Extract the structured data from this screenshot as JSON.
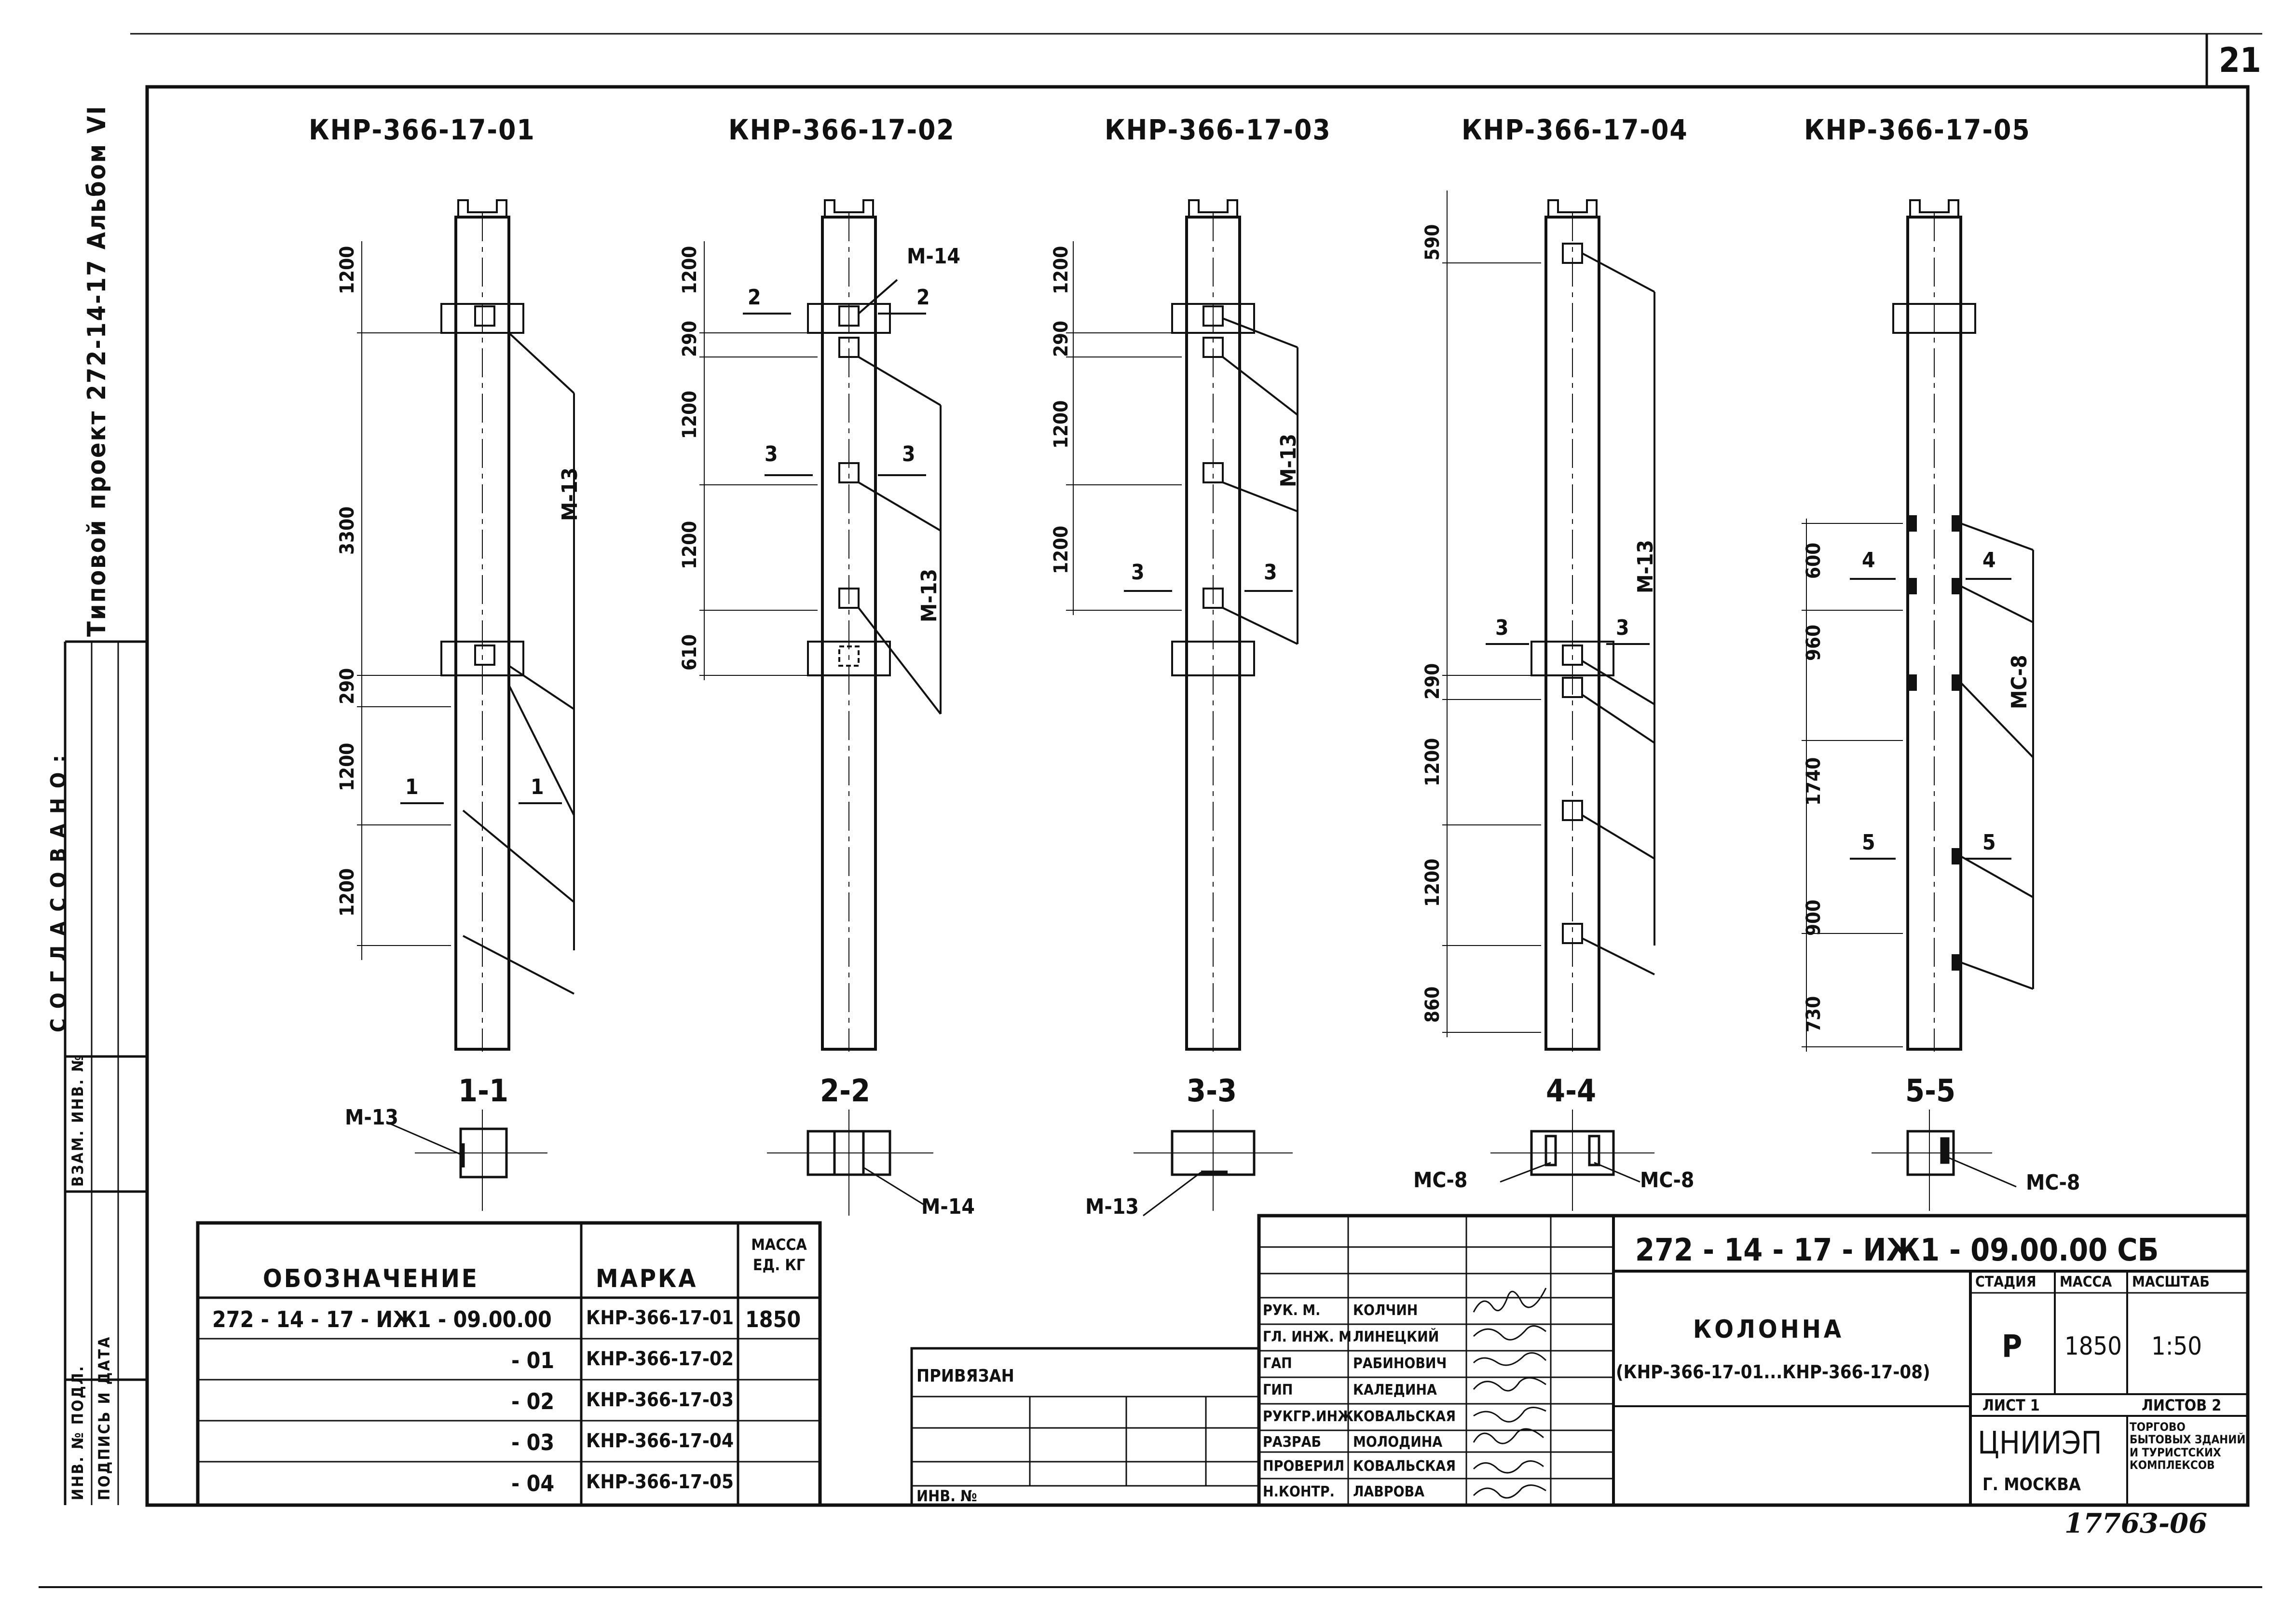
{
  "page_number": "21",
  "album_side": "Типовой проект 272-14-17  Альбом VI",
  "agreed_label": "С О Г Л А С О В А Н О :",
  "side_stamp": {
    "inv_orig": "ИНВ. № ПОДЛ.",
    "sign_date": "ПОДПИСЬ И ДАТА",
    "replace_inv": "ВЗАМ. ИНВ. №"
  },
  "columns": [
    {
      "mark": "КНР-366-17-01",
      "dims": [
        "1200",
        "3300",
        "290",
        "1200",
        "1200"
      ],
      "leader_label": "М-13",
      "section_marks": [
        "1",
        "1"
      ]
    },
    {
      "mark": "КНР-366-17-02",
      "dims": [
        "1200",
        "290",
        "1200",
        "1200",
        "610"
      ],
      "leader_label": "М-13",
      "leader_label_top": "М-14",
      "section_marks": [
        "2",
        "2",
        "3",
        "3"
      ]
    },
    {
      "mark": "КНР-366-17-03",
      "dims": [
        "1200",
        "290",
        "1200",
        "1200"
      ],
      "leader_label": "М-13",
      "section_marks": [
        "3",
        "3"
      ]
    },
    {
      "mark": "КНР-366-17-04",
      "dims": [
        "590",
        "290",
        "1200",
        "1200",
        "860"
      ],
      "leader_label": "М-13",
      "section_marks": [
        "3",
        "3"
      ]
    },
    {
      "mark": "КНР-366-17-05",
      "dims": [
        "600",
        "960",
        "1740",
        "900",
        "730"
      ],
      "leader_label": "МС-8",
      "section_marks": [
        "4",
        "4",
        "5",
        "5"
      ]
    }
  ],
  "sections": [
    {
      "label": "1-1",
      "callout": "М-13"
    },
    {
      "label": "2-2",
      "callout": "М-14"
    },
    {
      "label": "3-3",
      "callout": "М-13"
    },
    {
      "label": "4-4",
      "callout_left": "МС-8",
      "callout_right": "МС-8"
    },
    {
      "label": "5-5",
      "callout": "МС-8"
    }
  ],
  "spec_table": {
    "headers": {
      "designation": "ОБОЗНАЧЕНИЕ",
      "mark": "МАРКА",
      "mass": "МАССА ЕД. КГ"
    },
    "rows": [
      {
        "designation": "272 - 14 - 17 - ИЖ1 - 09.00.00",
        "mark": "КНР-366-17-01",
        "mass": "1850"
      },
      {
        "designation": "- 01",
        "mark": "КНР-366-17-02",
        "mass": ""
      },
      {
        "designation": "- 02",
        "mark": "КНР-366-17-03",
        "mass": ""
      },
      {
        "designation": "- 03",
        "mark": "КНР-366-17-04",
        "mass": ""
      },
      {
        "designation": "- 04",
        "mark": "КНР-366-17-05",
        "mass": ""
      }
    ]
  },
  "privyazan": {
    "label": "ПРИВЯЗАН",
    "inv_label": "ИНВ. №"
  },
  "title_block": {
    "doc_code": "272 - 14 - 17 - ИЖ1 - 09.00.00 СБ",
    "name": "КОЛОННА",
    "name_sub": "(КНР-366-17-01...КНР-366-17-08)",
    "stage_label": "СТАДИЯ",
    "stage": "Р",
    "mass_label": "МАССА",
    "mass": "1850",
    "scale_label": "МАСШТАБ",
    "scale": "1:50",
    "sheet": "ЛИСТ 1",
    "sheets": "ЛИСТОВ 2",
    "org": "ЦНИИЭП",
    "org_desc": "ТОРГОВО БЫТОВЫХ ЗДАНИЙ И ТУРИСТСКИХ КОМПЛЕКСОВ",
    "city": "Г. МОСКВА",
    "staff": [
      {
        "role": "РУК. М.",
        "name": "КОЛЧИН"
      },
      {
        "role": "ГЛ. ИНЖ. М",
        "name": "ЛИНЕЦКИЙ"
      },
      {
        "role": "ГАП",
        "name": "РАБИНОВИЧ"
      },
      {
        "role": "ГИП",
        "name": "КАЛЕДИНА"
      },
      {
        "role": "РУКГР.ИНЖ",
        "name": "КОВАЛЬСКАЯ"
      },
      {
        "role": "РАЗРАБ",
        "name": "МОЛОДИНА"
      },
      {
        "role": "ПРОВЕРИЛ",
        "name": "КОВАЛЬСКАЯ"
      },
      {
        "role": "Н.КОНТР.",
        "name": "ЛАВРОВА"
      }
    ]
  },
  "footer_code": "17763-06",
  "colors": {
    "ink": "#111111",
    "paper": "#ffffff"
  }
}
